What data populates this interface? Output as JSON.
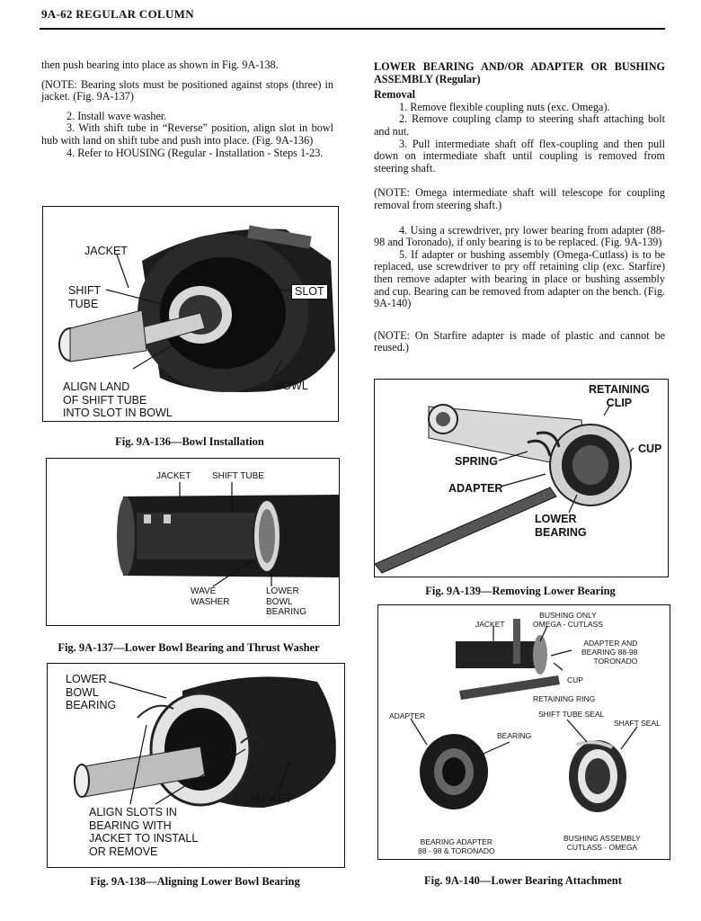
{
  "header": {
    "text": "9A-62  REGULAR COLUMN"
  },
  "left_column": {
    "para1": "then push bearing into place as shown in Fig. 9A-138.",
    "note1": "(NOTE: Bearing slots must be positioned against stops (three) in jacket. (Fig. 9A-137)",
    "step2": "2. Install wave washer.",
    "step3": "3. With shift tube in “Reverse” position, align slot in bowl hub with land on shift tube and push into place. (Fig. 9A-136)",
    "step4": "4. Refer to HOUSING (Regular - Installation - Steps 1-23."
  },
  "right_column": {
    "heading": "LOWER BEARING AND/OR ADAPTER OR BUSHING ASSEMBLY (Regular)",
    "subheading": "Removal",
    "step1": "1. Remove flexible coupling nuts (exc. Omega).",
    "step2": "2. Remove coupling clamp to steering shaft attaching bolt and nut.",
    "step3": "3. Pull intermediate shaft off flex-coupling and then pull down on intermediate shaft until coupling is removed from steering shaft.",
    "note1": "(NOTE: Omega intermediate shaft will telescope for coupling removal from steering shaft.)",
    "step4": "4. Using a screwdriver, pry lower bearing from adapter (88-98 and Toronado), if only bearing is to be replaced. (Fig. 9A-139)",
    "step5": "5. If adapter or bushing assembly (Omega-Cutlass) is to be replaced, use screwdriver to pry off retaining clip (exc. Starfire) then remove adapter with bearing in place or bushing assembly and cup. Bearing can be removed from adapter on the bench. (Fig. 9A-140)",
    "note2": "(NOTE: On Starfire adapter is made of plastic and cannot be reused.)"
  },
  "fig136": {
    "caption": "Fig. 9A-136—Bowl Installation",
    "labels": {
      "jacket": "JACKET",
      "shift_tube": "SHIFT\nTUBE",
      "slot": "SLOT",
      "bowl": "BOWL",
      "align": "ALIGN LAND\nOF SHIFT TUBE\nINTO SLOT IN BOWL"
    }
  },
  "fig137": {
    "caption": "Fig. 9A-137—Lower Bowl Bearing and Thrust Washer",
    "labels": {
      "jacket": "JACKET",
      "shift_tube": "SHIFT TUBE",
      "wave_washer": "WAVE\nWASHER",
      "lower_bowl_bearing": "LOWER\nBOWL\nBEARING"
    }
  },
  "fig138": {
    "caption": "Fig. 9A-138—Aligning Lower Bowl Bearing",
    "labels": {
      "lower_bowl_bearing": "LOWER\nBOWL\nBEARING",
      "jacket": "JACKET",
      "align": "ALIGN SLOTS IN\nBEARING WITH\nJACKET TO INSTALL\nOR REMOVE"
    }
  },
  "fig139": {
    "caption": "Fig. 9A-139—Removing Lower Bearing",
    "labels": {
      "retaining_clip": "RETAINING\nCLIP",
      "cup": "CUP",
      "spring": "SPRING",
      "adapter": "ADAPTER",
      "lower_bearing": "LOWER\nBEARING"
    }
  },
  "fig140": {
    "caption": "Fig. 9A-140—Lower Bearing Attachment",
    "labels": {
      "jacket": "JACKET",
      "bushing_only": "BUSHING ONLY\nOMEGA - CUTLASS",
      "adapter_and_bearing": "ADAPTER AND\nBEARING 88-98\nTORONADO",
      "cup": "CUP",
      "retaining_ring": "RETAINING RING",
      "adapter": "ADAPTER",
      "shift_tube_seal": "SHIFT TUBE SEAL",
      "shaft_seal": "SHAFT SEAL",
      "bearing": "BEARING",
      "bearing_adapter": "BEARING ADAPTER\n88 - 98 & TORONADO",
      "bushing_assembly": "BUSHING ASSEMBLY\nCUTLASS - OMEGA"
    }
  }
}
